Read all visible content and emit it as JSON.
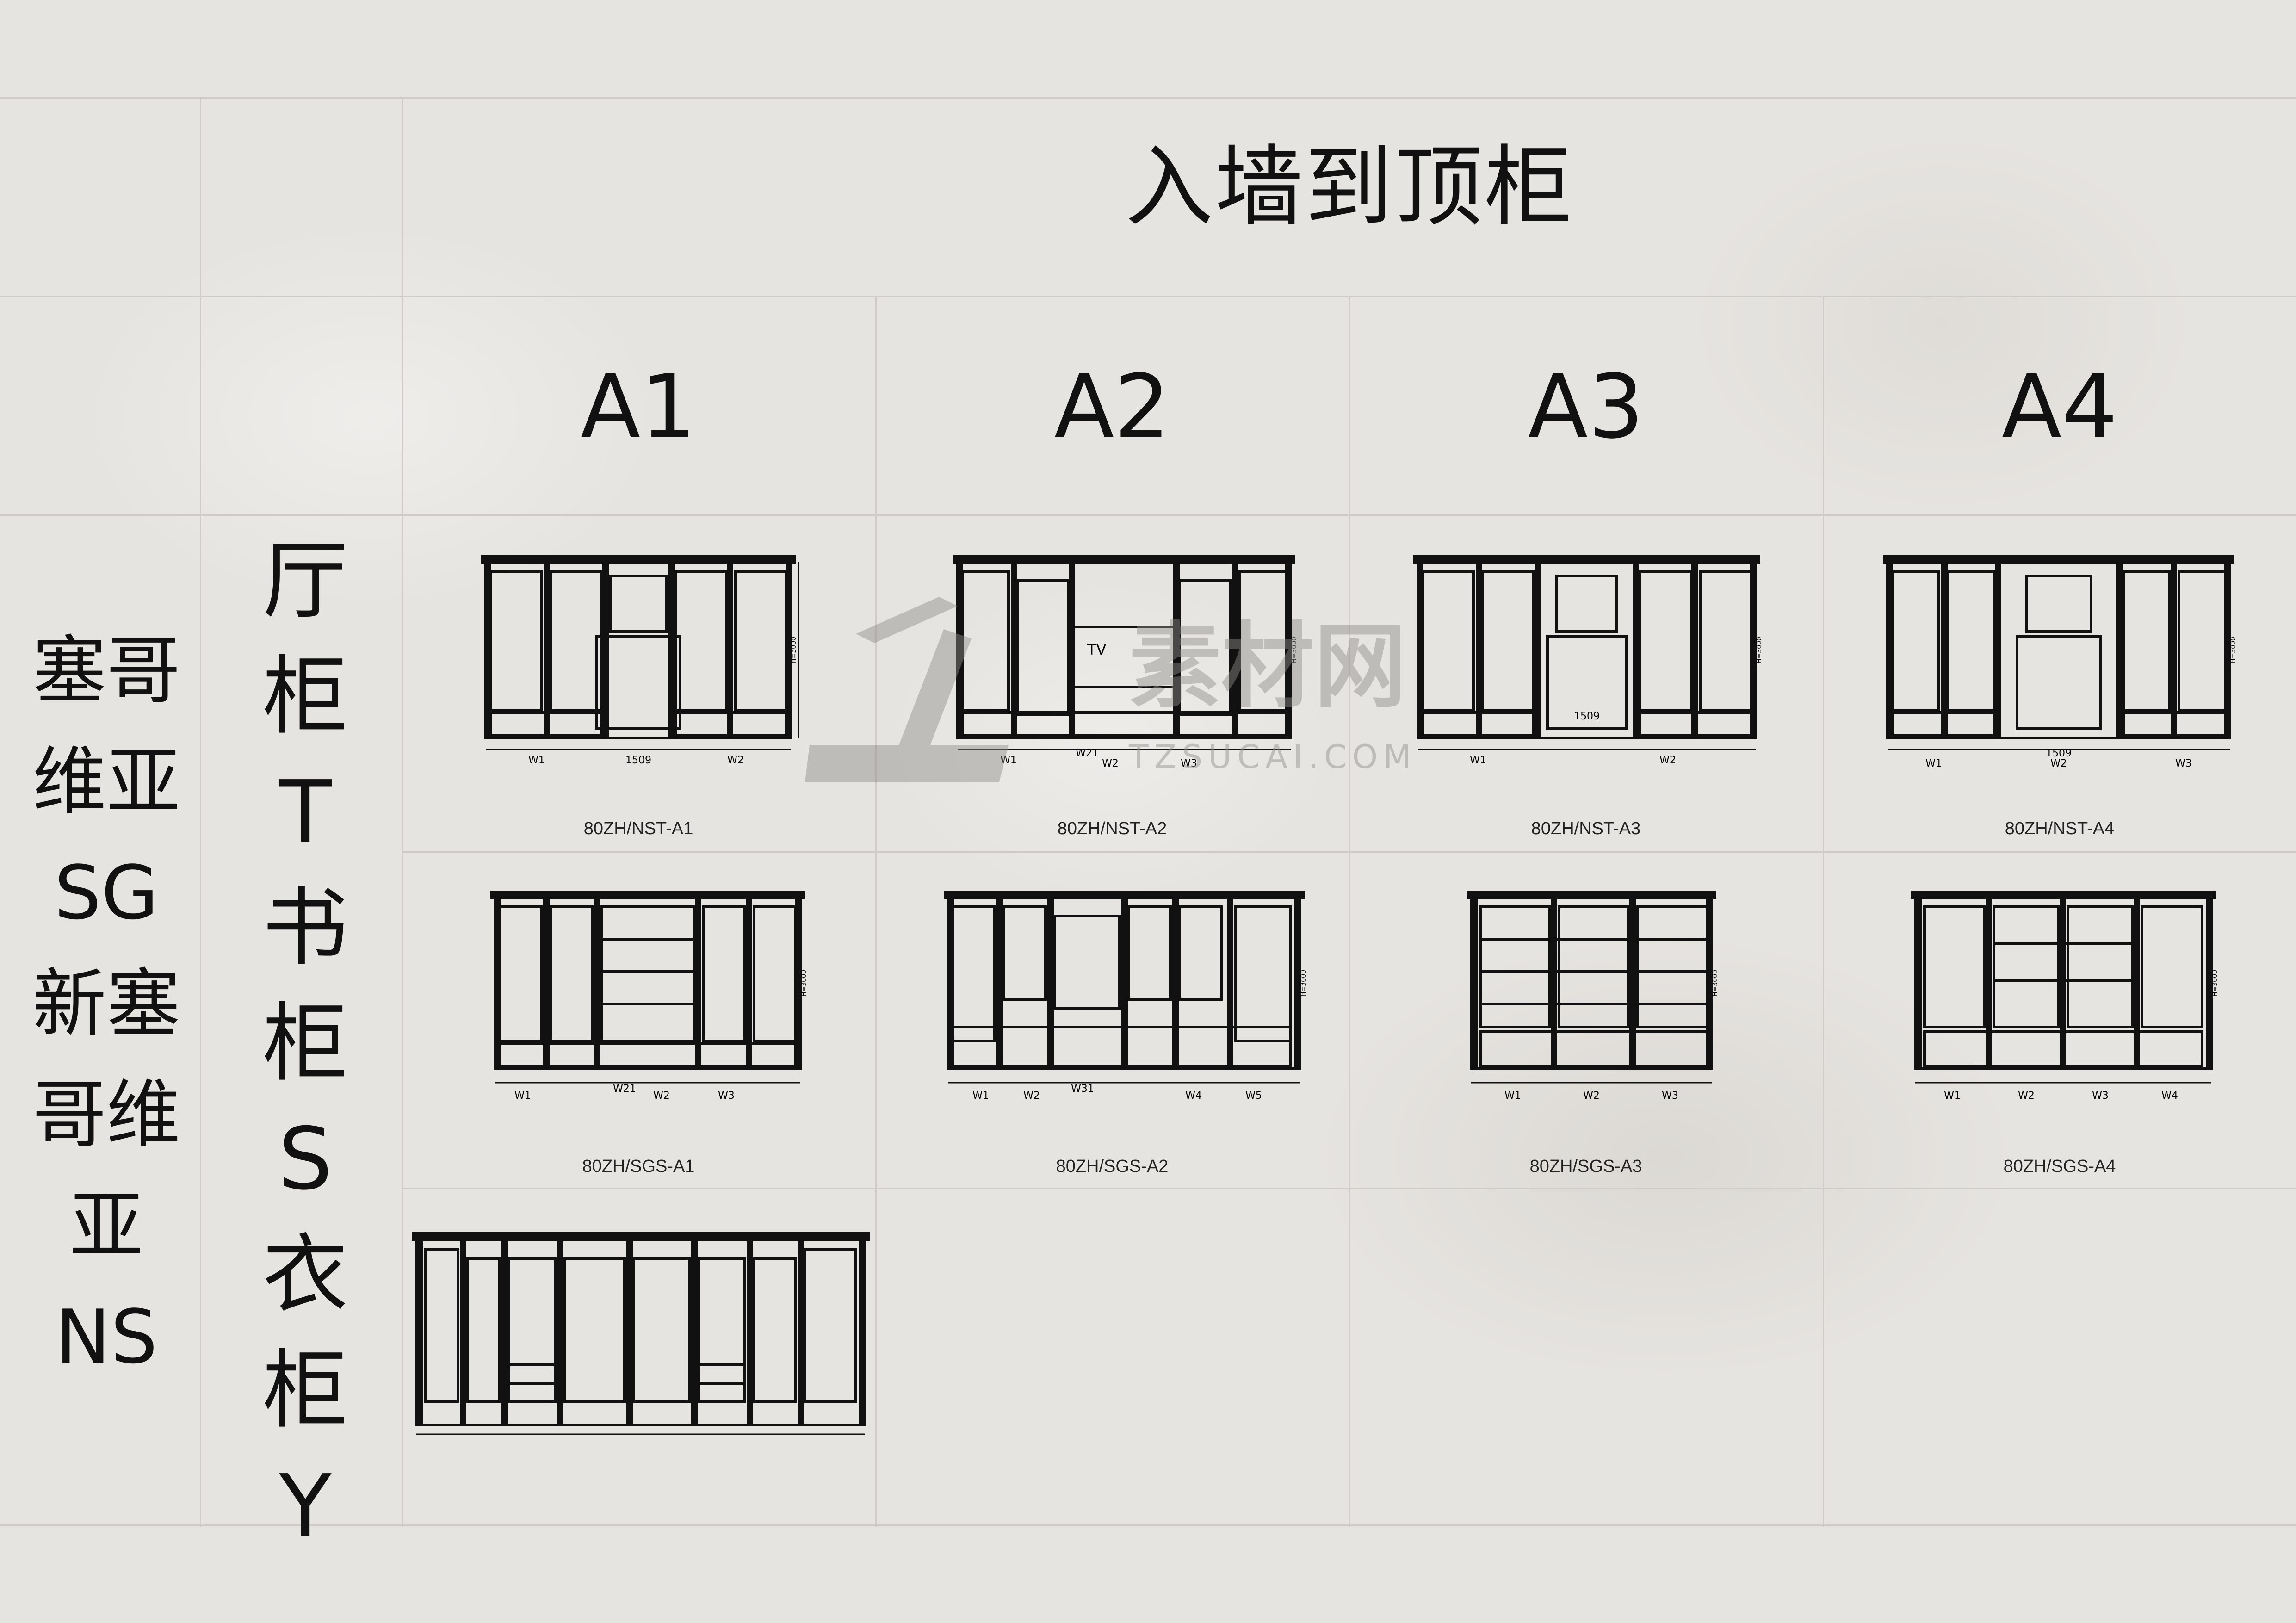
{
  "title": "入墙到顶柜",
  "columns": [
    "A1",
    "A2",
    "A3",
    "A4"
  ],
  "series_label": "塞哥\n维亚\nSG\n新塞\n哥维\n亚\nNS",
  "category_label": "厅\n柜\nT\n书\n柜\nS\n衣\n柜\nY",
  "rows": [
    {
      "name": "hall-cabinet",
      "items": [
        {
          "code": "80ZH/NST-A1",
          "dims": [
            "W1",
            "1509",
            "W2"
          ],
          "height": "H=3000"
        },
        {
          "code": "80ZH/NST-A2",
          "dims": [
            "W1",
            "W21",
            "W2",
            "W3"
          ],
          "height": "H=3000",
          "tv": "TV"
        },
        {
          "code": "80ZH/NST-A3",
          "dims": [
            "W1",
            "1509",
            "W2"
          ],
          "height": "H=3000"
        },
        {
          "code": "80ZH/NST-A4",
          "dims": [
            "W1",
            "1509",
            "W2",
            "W3"
          ],
          "height": "H=3000"
        }
      ]
    },
    {
      "name": "book-cabinet",
      "items": [
        {
          "code": "80ZH/SGS-A1",
          "dims": [
            "W1",
            "W21",
            "W2",
            "W3"
          ],
          "height": "H=3000"
        },
        {
          "code": "80ZH/SGS-A2",
          "dims": [
            "W1",
            "W2",
            "W31",
            "W4",
            "W5"
          ],
          "height": "H=3000"
        },
        {
          "code": "80ZH/SGS-A3",
          "dims": [
            "W1",
            "W2",
            "W3"
          ],
          "height": "H=3000"
        },
        {
          "code": "80ZH/SGS-A4",
          "dims": [
            "W1",
            "W2",
            "W3",
            "W4"
          ],
          "height": "H=3000"
        }
      ]
    },
    {
      "name": "wardrobe",
      "items": [
        {
          "code": "",
          "dims": [],
          "height": ""
        }
      ]
    }
  ],
  "watermark": {
    "brand": "素材网",
    "site": "TZSUCAI.COM"
  }
}
